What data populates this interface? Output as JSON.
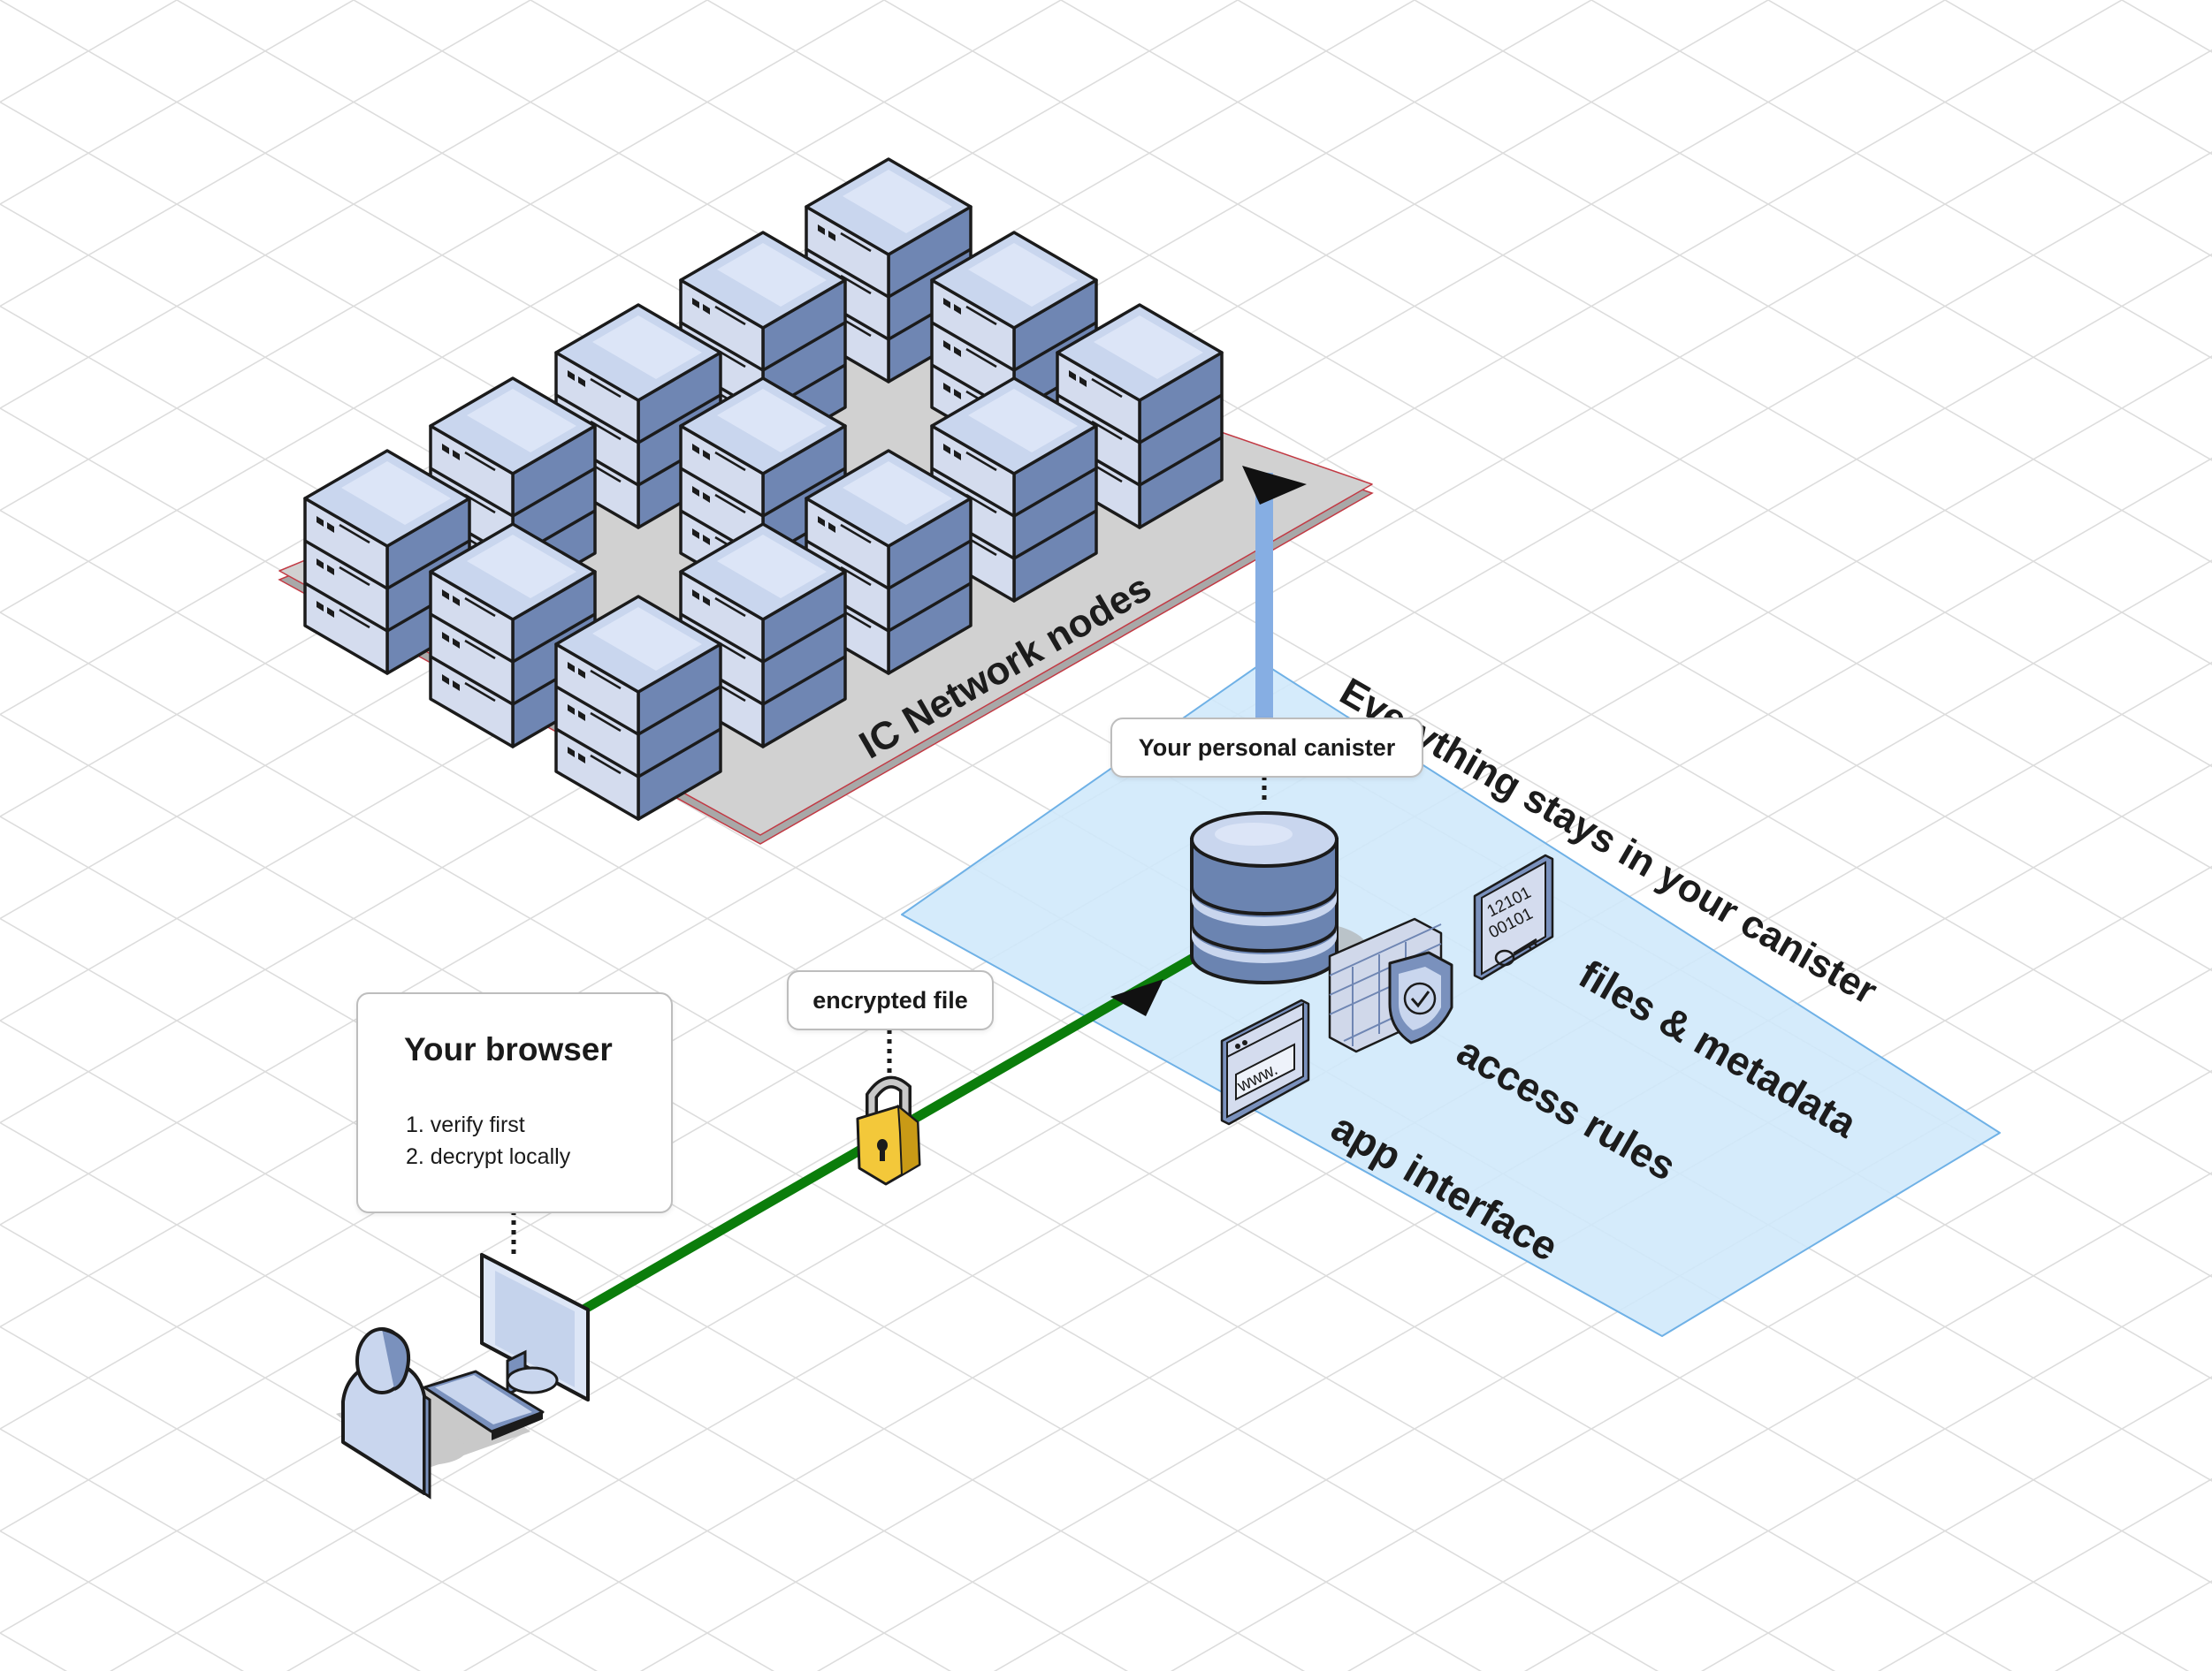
{
  "labels": {
    "network": "IC Network nodes",
    "canister_callout": "Your personal canister",
    "stays_banner": "Everything stays in your canister",
    "item_files": "files & metadata",
    "item_access": "access rules",
    "item_app": "app interface",
    "encrypted_callout": "encrypted file",
    "browser_title": "Your browser",
    "browser_steps": [
      "1. verify first",
      "2. decrypt locally"
    ]
  },
  "icons": {
    "binary_doc": {
      "line1": "12101",
      "line2": "00101"
    },
    "web_window": "www."
  },
  "colors": {
    "server_top": "#c9d6ee",
    "server_side": "#7a91bd",
    "network_pad": "#d1d1d1",
    "canister_pad": "#cfe8fb",
    "link_green": "#0b7d0b",
    "link_blue": "#86aee3"
  }
}
